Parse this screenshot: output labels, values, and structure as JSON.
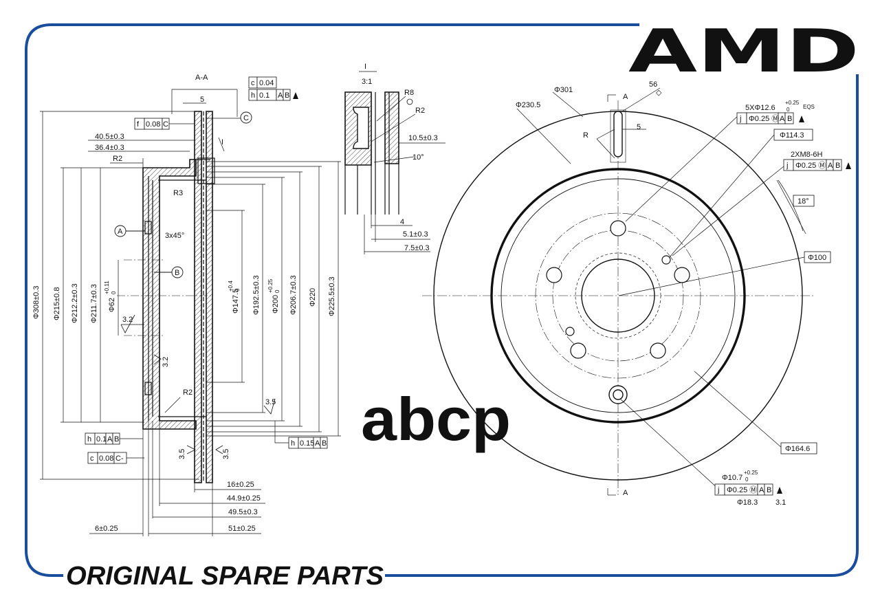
{
  "brand": {
    "logo": "AMD",
    "footer": "ORIGINAL SPARE PARTS",
    "watermark": "аbсp",
    "colors": {
      "brand_blue": "#1a4e9c",
      "watermark_gray": "#c8c8c8",
      "line": "#111111"
    }
  },
  "section_view": {
    "title": "A-A",
    "labels": {
      "datum_a": "A",
      "datum_b": "B",
      "datum_c": "C",
      "detail_ref": "I"
    },
    "fcf": {
      "c_top": [
        "c",
        "0.04"
      ],
      "h_top": [
        "h",
        "0.1",
        "A",
        "B"
      ],
      "f": [
        "f",
        "0.08",
        "C"
      ],
      "h_mid": [
        "h",
        "0.1",
        "A",
        "B"
      ],
      "c_bottom": [
        "c",
        "0.08",
        "C-"
      ],
      "h_right": [
        "h",
        "0.15",
        "A",
        "B"
      ]
    },
    "dims": {
      "width_5": "5",
      "d40": "40.5±0.3",
      "d36": "36.4±0.3",
      "r2_top": "R2",
      "r3": "R3",
      "chamfer": "3x45°",
      "rough_a": "3.2",
      "rough_b": "3.2",
      "r2_bottom": "R2",
      "rough_c": "3.5",
      "rough_d": "3.5",
      "rough_e": "3.5",
      "d308": "Φ308±0.3",
      "d215": "Φ215±0.8",
      "d212": "Φ212.2±0.3",
      "d211": "Φ211.7±0.3",
      "d62": "Φ62",
      "d62_tol_up": "+0.11",
      "d62_tol_lo": "0",
      "d147": "Φ147.5",
      "d147_tol_up": "+0.4",
      "d147_tol_lo": "0",
      "d192": "Φ192.5±0.3",
      "d200": "Φ200",
      "d200_tol_up": "+0.25",
      "d200_tol_lo": "0",
      "d206": "Φ206.7±0.3",
      "d220": "Φ220",
      "d225": "Φ225.5±0.3",
      "l16": "16±0.25",
      "l44": "44.9±0.25",
      "l49": "49.5±0.3",
      "l6": "6±0.25",
      "l51": "51±0.25"
    }
  },
  "detail_view": {
    "ref": "I",
    "scale": "3:1",
    "dims": {
      "r8": "R8",
      "r2": "R2",
      "d10_5": "10.5±0.3",
      "angle10": "10°",
      "d4": "4",
      "d5_1": "5.1±0.3",
      "d7_5": "7.5±0.3"
    }
  },
  "front_view": {
    "labels": {
      "section_a_top": "A",
      "section_a_bottom": "A",
      "r": "R",
      "five": "5",
      "fifty_six": "56",
      "roughness_sym": "◇"
    },
    "dims": {
      "d301": "Φ301",
      "d230": "Φ230.5",
      "holes": "5XΦ12.6",
      "holes_tol_up": "+0.25",
      "holes_tol_lo": "0",
      "eqs": "EQS",
      "fcf_j1": [
        "j",
        "Φ0.25 Ⓜ",
        "A",
        "B"
      ],
      "d114": "Φ114.3",
      "thread": "2XM8-6H",
      "fcf_j2": [
        "j",
        "Φ0.25 Ⓜ",
        "A",
        "B"
      ],
      "angle18": "18°",
      "d100": "Φ100",
      "d164": "Φ164.6",
      "d10_7": "Φ10.7",
      "d10_7_tol_up": "+0.25",
      "d10_7_tol_lo": "0",
      "fcf_j3": [
        "j",
        "Φ0.25 Ⓜ",
        "A",
        "B"
      ],
      "d18_3": "Φ18.3",
      "rough_31": "3.1"
    }
  }
}
